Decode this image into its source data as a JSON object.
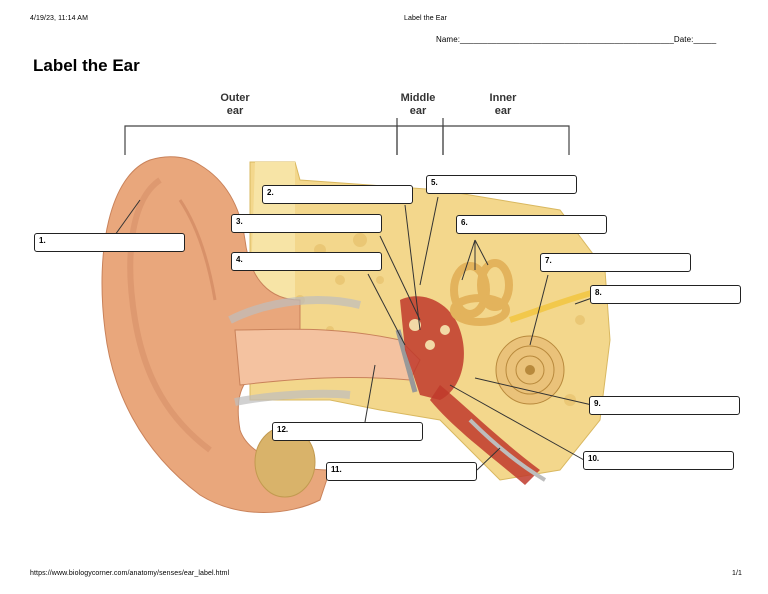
{
  "header": {
    "datetime": "4/19/23, 11:14 AM",
    "doc_title": "Label the Ear",
    "name_field": "Name:_______________________________________________Date:_____"
  },
  "title": "Label the Ear",
  "regions": {
    "outer": [
      "Outer",
      "ear"
    ],
    "middle": [
      "Middle",
      "ear"
    ],
    "inner": [
      "Inner",
      "ear"
    ]
  },
  "labels": [
    "1.",
    "2.",
    "3.",
    "4.",
    "5.",
    "6.",
    "7.",
    "8.",
    "9.",
    "10.",
    "11.",
    "12."
  ],
  "footer": {
    "url": "https://www.biologycorner.com/anatomy/senses/ear_label.html",
    "page": "1/1"
  }
}
